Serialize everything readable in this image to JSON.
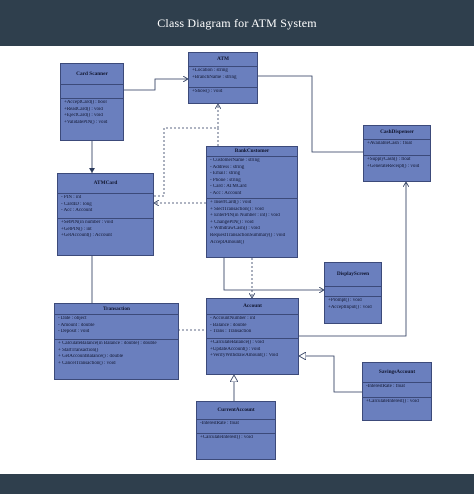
{
  "title": "Class Diagram for ATM System",
  "classes": {
    "atm": {
      "name": "ATM",
      "attributes": [
        "+Location : string",
        "+BranchName : string"
      ],
      "operations": [
        "+Show() : void"
      ]
    },
    "card_scanner": {
      "name": "Card Scanner",
      "attributes": [],
      "operations": [
        "+AcceptCard() : bool",
        "+ReadCard() : void",
        "+EjectCard() : void",
        "+ValidatePIN() : void"
      ]
    },
    "cash_dispenser": {
      "name": "CashDispenser",
      "attributes": [
        "+AvailableCash : float"
      ],
      "operations": [
        "+SupplyCash() : float",
        "+GenerateReceipt() : void"
      ]
    },
    "bank_customer": {
      "name": "BankCustomer",
      "attributes": [
        "- CustomerName : string",
        "- Address : string",
        "- Email : string",
        "- Phone : string",
        "- Card : ATMCard",
        "- Acc : Account"
      ],
      "operations": [
        "+ InsertCard() : void",
        "+ SlectTransaction() : void",
        "+ EnterPIN(in Number : int) : void",
        "+ ChangePIN() : void",
        "+ WithdrawCash() : void",
        "RequestTransactionSummary() : void",
        "AcceptAmount()"
      ]
    },
    "atm_card": {
      "name": "ATMCard",
      "attributes": [
        "- PIN : int",
        "- CardID : long",
        "- Acc : Account"
      ],
      "operations": [
        "+SetPIN(in number : void",
        "+GetPIN() : int",
        "+GetAccount() : Account"
      ]
    },
    "display_screen": {
      "name": "DisplayScreen",
      "attributes": [],
      "operations": [
        "+Prompt() : void",
        "+AcceptInput() : void"
      ]
    },
    "transaction": {
      "name": "Transaction",
      "attributes": [
        "- Date : object",
        "- Amount : double",
        "- Deposit : void"
      ],
      "operations": [
        "+ CalculateBalance(in Balance : double) : double",
        "+ StartTransaction()",
        "+ GetAccountBalance() : double",
        "+ CancelTransaction() : void"
      ]
    },
    "account": {
      "name": "Account",
      "attributes": [
        "- AccountNumber : int",
        "- Balance : double",
        "- Trans : Transaction"
      ],
      "operations": [
        "+CalculateBalance() : void",
        "+UpdateAccount() : void",
        "+VerifyWithdrawAmount() : Void"
      ]
    },
    "savings_account": {
      "name": "SavingsAccount",
      "attributes": [
        "-InterestRate : float"
      ],
      "operations": [
        "+CalculateInterest() : void"
      ]
    },
    "current_account": {
      "name": "CurrentAccount",
      "attributes": [
        "-InterestRate : float"
      ],
      "operations": [
        "+CalculateInterest() : void"
      ]
    }
  },
  "colors": {
    "header": "#2f3f4d",
    "class_fill": "#6a7fbe",
    "class_border": "#3c4a7a",
    "connector": "#2b3a5c"
  }
}
